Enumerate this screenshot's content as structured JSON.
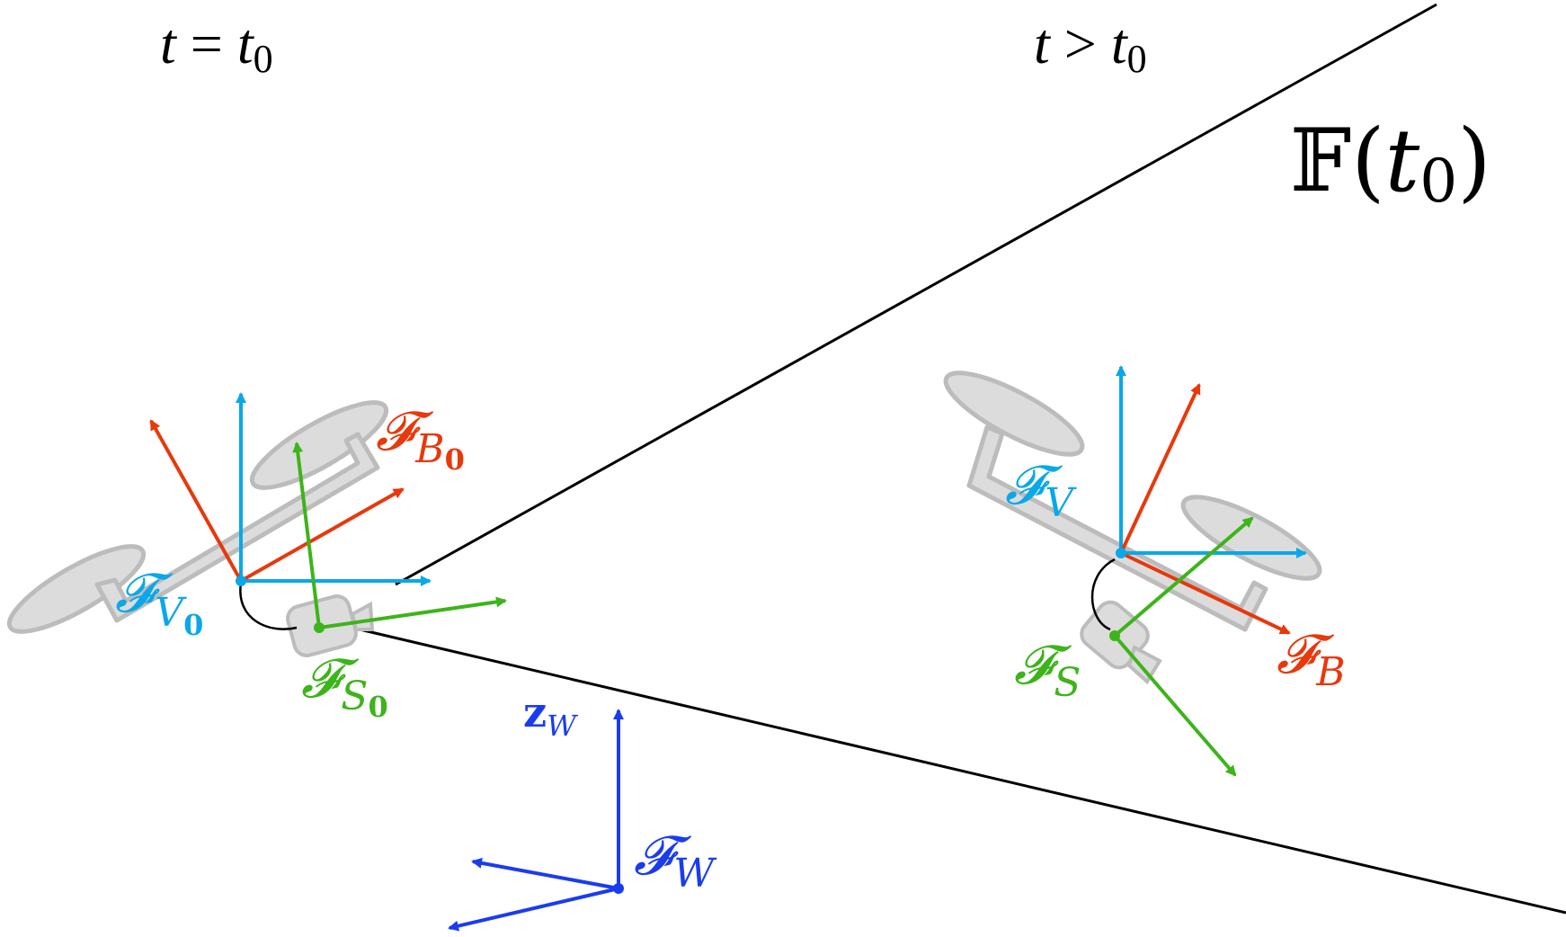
{
  "colors": {
    "cyan": "#0aa8e8",
    "red": "#e8380c",
    "green": "#3db41a",
    "blue": "#1a3cf0",
    "gray_fill": "#dcdcdc",
    "gray_stroke": "#bcbcbc",
    "black": "#000000"
  },
  "labels": {
    "time_left": {
      "t": "t",
      "op": " = ",
      "sym": "t",
      "sub": "0"
    },
    "time_right": {
      "t": "t",
      "op": " > ",
      "sym": "t",
      "sub": "0"
    },
    "fov": {
      "F": "𝔽",
      "open": "(",
      "t": "t",
      "sub": "0",
      "close": ")"
    },
    "frame_V0": {
      "F": "𝓕",
      "sub": "V",
      "subsub": "0"
    },
    "frame_B0": {
      "F": "𝓕",
      "sub": "B",
      "subsub": "0"
    },
    "frame_S0": {
      "F": "𝓕",
      "sub": "S",
      "subsub": "0"
    },
    "frame_V": {
      "F": "𝓕",
      "sub": "V"
    },
    "frame_B": {
      "F": "𝓕",
      "sub": "B"
    },
    "frame_S": {
      "F": "𝓕",
      "sub": "S"
    },
    "frame_W": {
      "F": "𝓕",
      "sub": "W"
    },
    "zW": {
      "z": "z",
      "sub": "W"
    }
  }
}
